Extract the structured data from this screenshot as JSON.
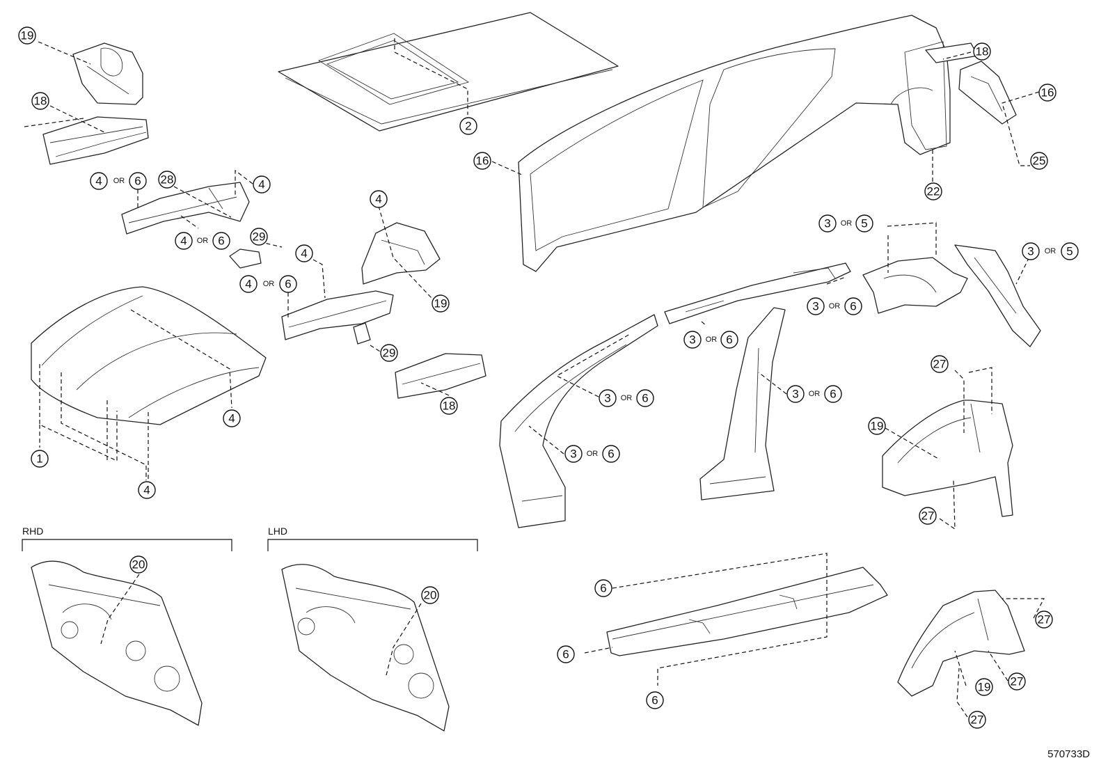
{
  "diagram": {
    "id": "570733D",
    "sections": {
      "rhd": "RHD",
      "lhd": "LHD"
    },
    "or_label": "OR",
    "callouts": {
      "c1": "19",
      "c2": "18",
      "c3": "4",
      "c4": "6",
      "c5": "28",
      "c6": "4",
      "c7": "4",
      "c8": "6",
      "c9": "29",
      "c10": "4",
      "c11": "6",
      "c12": "4",
      "c13": "4",
      "c14": "19",
      "c15": "29",
      "c16": "18",
      "c17": "2",
      "c18": "4",
      "c19": "1",
      "c20": "4",
      "c21": "16",
      "c22": "18",
      "c23": "16",
      "c24": "25",
      "c25": "22",
      "c26": "3",
      "c27": "5",
      "c28": "3",
      "c29": "5",
      "c30": "3",
      "c31": "6",
      "c32": "3",
      "c33": "6",
      "c34": "3",
      "c35": "6",
      "c36": "3",
      "c37": "6",
      "c38": "3",
      "c39": "6",
      "c40": "27",
      "c41": "19",
      "c42": "27",
      "c43": "20",
      "c44": "20",
      "c45": "6",
      "c46": "6",
      "c47": "6",
      "c48": "27",
      "c49": "27",
      "c50": "19",
      "c51": "27"
    }
  }
}
